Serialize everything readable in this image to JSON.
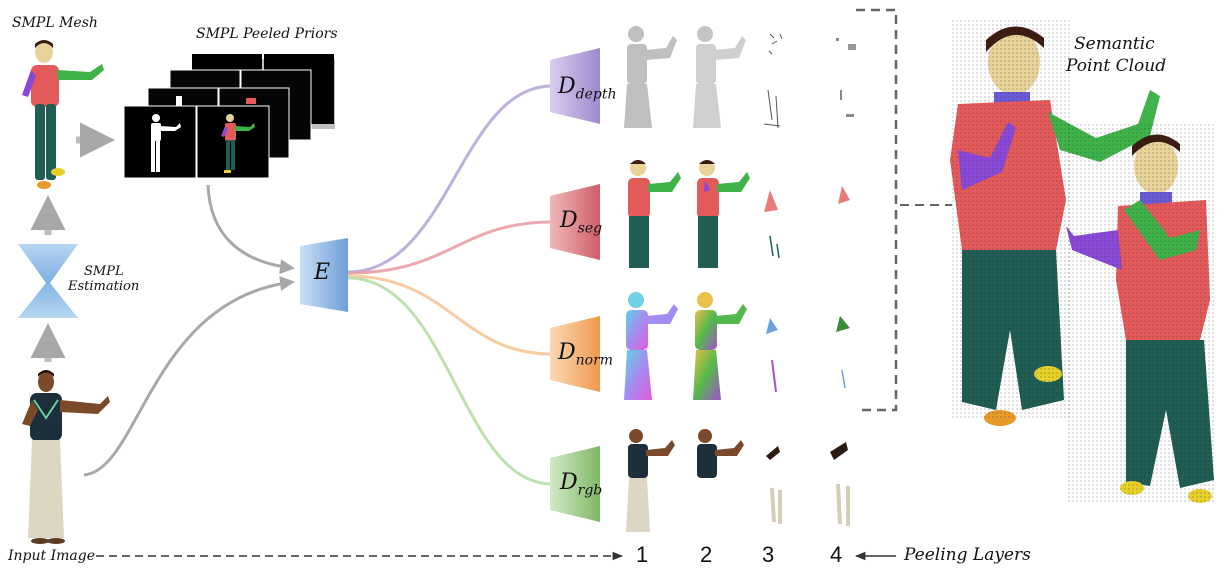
{
  "labels": {
    "smpl_mesh": "SMPL Mesh",
    "smpl_peeled_priors": "SMPL Peeled Priors",
    "smpl_estimation_line1": "SMPL",
    "smpl_estimation_line2": "Estimation",
    "input_image": "Input Image",
    "encoder": "E",
    "semantic_line1": "Semantic",
    "semantic_line2": "Point Cloud",
    "peeling_layers": "Peeling Layers"
  },
  "decoders": [
    {
      "base": "D",
      "sub": "depth"
    },
    {
      "base": "D",
      "sub": "seg"
    },
    {
      "base": "D",
      "sub": "norm"
    },
    {
      "base": "D",
      "sub": "rgb"
    }
  ],
  "layer_numbers": [
    "1",
    "2",
    "3",
    "4"
  ],
  "colors": {
    "depth": "#b7a6d8",
    "seg": "#df8a8f",
    "norm": "#f4b87e",
    "rgb": "#a8cf93",
    "encoder": "#8fb4e2",
    "hourglass": "#9ec3ea",
    "arrow_gray": "#a8a8a8",
    "body_red": "#e45a5a",
    "pants_teal": "#1f5d55",
    "arm_green": "#3fb34a",
    "arm_purple": "#8a48d6",
    "head_yellow": "#e8d39a",
    "hair_dark": "#3a1c10"
  }
}
